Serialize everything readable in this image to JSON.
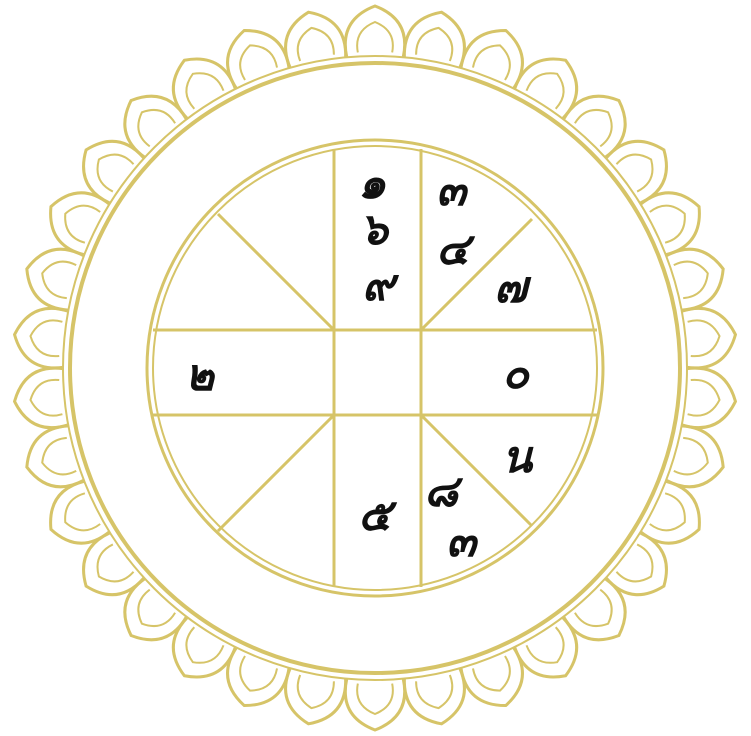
{
  "chart": {
    "colors": {
      "gold": "#d6c468",
      "ink": "#111111",
      "background": "#ffffff"
    },
    "cells": {
      "top_center": [
        "๑",
        "๖",
        "๙"
      ],
      "top_right_upper": [
        "๓",
        "๔"
      ],
      "top_right_lower": [
        "๗"
      ],
      "left": [
        "๒"
      ],
      "right": [
        "๐"
      ],
      "bottom_right_upper": [
        "น"
      ],
      "bottom_right_lower": [
        "๘",
        "๓"
      ],
      "bottom_center": [
        "๕"
      ]
    }
  }
}
